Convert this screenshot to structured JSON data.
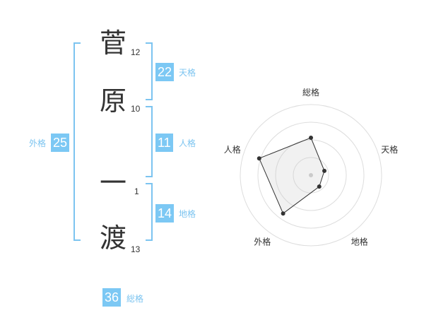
{
  "name": {
    "characters": [
      {
        "char": "菅",
        "strokes": "12"
      },
      {
        "char": "原",
        "strokes": "10"
      },
      {
        "char": "一",
        "strokes": "1"
      },
      {
        "char": "渡",
        "strokes": "13"
      }
    ]
  },
  "fortunes": {
    "tenkaku": {
      "value": "22",
      "label": "天格"
    },
    "jinkaku": {
      "value": "11",
      "label": "人格"
    },
    "chikaku": {
      "value": "14",
      "label": "地格"
    },
    "gaikaku": {
      "value": "25",
      "label": "外格"
    },
    "soukaku": {
      "value": "36",
      "label": "総格"
    }
  },
  "colors": {
    "accent": "#7cc8f4",
    "text": "#333333"
  },
  "chart_data": {
    "type": "radar",
    "axes": [
      "総格",
      "天格",
      "地格",
      "外格",
      "人格"
    ],
    "values": [
      0.53,
      0.2,
      0.2,
      0.67,
      0.77
    ],
    "rings": 4,
    "range": [
      0,
      1
    ]
  }
}
